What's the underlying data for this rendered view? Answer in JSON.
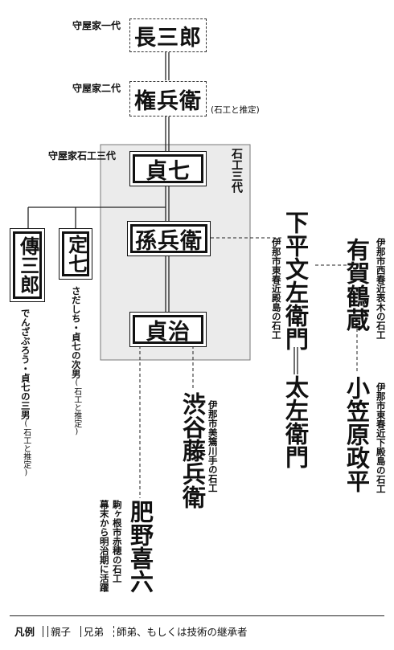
{
  "generations": {
    "first": "守屋家一代",
    "second": "守屋家二代",
    "third": "守屋家石工三代"
  },
  "panel_label": "石工三代",
  "people": {
    "chozaburo": "長三郎",
    "gonbee": "権兵衛",
    "teishichi": "貞七",
    "magobee": "孫兵衛",
    "teiji": "貞治",
    "denzaburo": "傳三郎",
    "sadashichi": "定七",
    "shimohira": "下平文左衛門",
    "tazaemon": "太左衛門",
    "ariga": "有賀鶴蔵",
    "ogasawara": "小笠原政平",
    "shibuya": "渋谷藤兵衛",
    "hino": "肥野喜六"
  },
  "notes": {
    "gonbee": "(石工と推定)",
    "denzaburo": "でんざぶろう・貞七の三男",
    "denzaburo_small": "(石工と推定)",
    "sadashichi": "さだしち・貞七の次男",
    "sadashichi_small": "(石工と推定)",
    "shimohira": "伊那市東春近殿島の石工",
    "ariga": "伊那市西春近表木の石工",
    "ogasawara": "伊那市東春近下殿島の石工",
    "shibuya": "伊那市美篶川手の石工",
    "hino_1": "駒ヶ根市赤穂の石工",
    "hino_2": "幕末から明治期に活躍"
  },
  "legend": {
    "title": "凡例",
    "parent_child": "親子",
    "siblings": "兄弟",
    "master": "師弟、もしくは技術の継承者"
  }
}
